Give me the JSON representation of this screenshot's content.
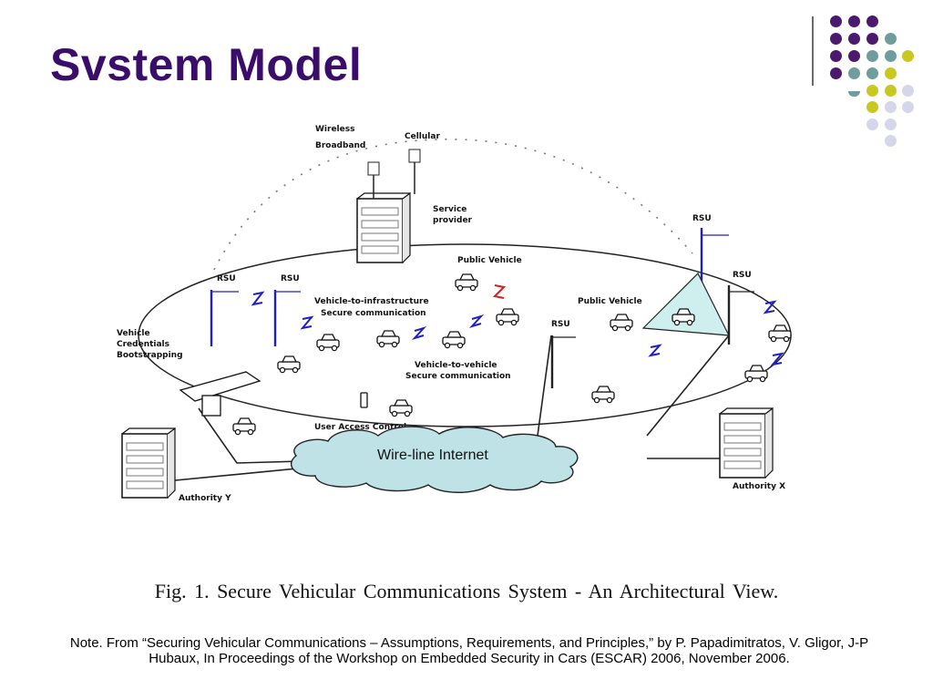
{
  "slide": {
    "title": "Svstem Model",
    "caption": "Fig. 1.   Secure Vehicular Communications System - An Architectural View.",
    "note": "Note. From “Securing Vehicular Communications – Assumptions, Requirements, and Principles,” by P. Papadimitratos, V. Gligor, J-P Hubaux, In Proceedings of the Workshop on Embedded Security in Cars (ESCAR) 2006, November 2006."
  },
  "colors": {
    "title": "#3a0d6b",
    "purple": "#4b1a6e",
    "teal": "#6f9c9c",
    "yellow": "#c8c820",
    "lavender": "#d6d6ea"
  },
  "diagram": {
    "labels": {
      "wireless": "Wireless",
      "broadband": "Broadband",
      "cellular": "Cellular",
      "service": "Service",
      "provider": "provider",
      "rsu": "RSU",
      "public_vehicle": "Public Vehicle",
      "v2i_line1": "Vehicle-to-infrastructure",
      "v2i_line2": "Secure communication",
      "v2v_line1": "Vehicle-to-vehicle",
      "v2v_line2": "Secure communication",
      "vehicle": "Vehicle",
      "credentials": "Credentials",
      "bootstrapping": "Bootstrapping",
      "user_access": "User Access Control",
      "cloud": "Wire-line Internet",
      "authority_y": "Authority Y",
      "authority_x": "Authority X"
    }
  }
}
